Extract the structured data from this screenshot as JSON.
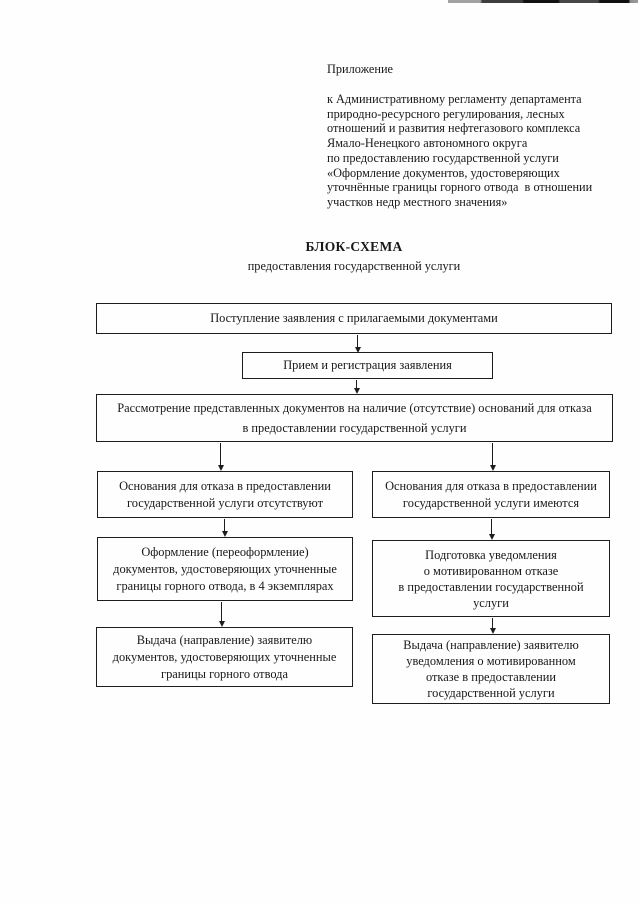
{
  "document": {
    "appendix": {
      "label": "Приложение",
      "text": "к Административному регламенту департамента\nприродно-ресурсного регулирования, лесных\nотношений и развития нефтегазового комплекса\nЯмало-Ненецкого автономного округа\nпо предоставлению государственной услуги\n«Оформление документов, удостоверяющих\nуточнённые границы горного отвода  в отношении\nучастков недр местного значения»"
    },
    "title": {
      "main": "БЛОК-СХЕМА",
      "sub": "предоставления государственной услуги"
    }
  },
  "flowchart": {
    "type": "flowchart",
    "nodes": {
      "receipt": "Поступление заявления с прилагаемыми документами",
      "registration": "Прием и регистрация заявления",
      "review": "Рассмотрение представленных документов на наличие (отсутствие) оснований для отказа\nв предоставлении государственной услуги",
      "no_grounds": "Основания для отказа в предоставлении\nгосударственной услуги отсутствуют",
      "grounds_exist": "Основания для отказа в предоставлении\nгосударственной услуги имеются",
      "paperwork": "Оформление (переоформление)\nдокументов, удостоверяющих уточненные\nграницы горного отвода, в 4 экземплярах",
      "refusal_notice": "Подготовка уведомления\nо мотивированном отказе\nв предоставлении государственной\nуслуги",
      "issue_docs": "Выдача (направление) заявителю\nдокументов, удостоверяющих уточненные\nграницы горного отвода",
      "issue_notice": "Выдача (направление) заявителю\nуведомления о мотивированном\nотказе в предоставлении\nгосударственной услуги"
    },
    "edges": [
      {
        "from": "receipt",
        "to": "registration"
      },
      {
        "from": "registration",
        "to": "review"
      },
      {
        "from": "review",
        "to": "no_grounds"
      },
      {
        "from": "review",
        "to": "grounds_exist"
      },
      {
        "from": "no_grounds",
        "to": "paperwork"
      },
      {
        "from": "grounds_exist",
        "to": "refusal_notice"
      },
      {
        "from": "paperwork",
        "to": "issue_docs"
      },
      {
        "from": "refusal_notice",
        "to": "issue_notice"
      }
    ]
  },
  "colors": {
    "ink": "#1d1d1d",
    "paper": "#fefefe"
  }
}
